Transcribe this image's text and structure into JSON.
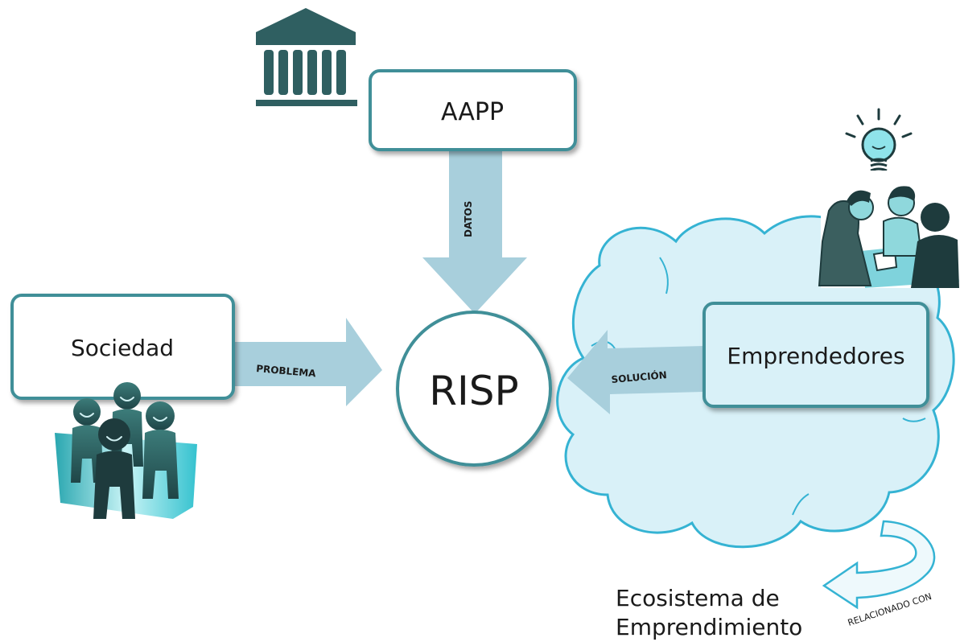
{
  "nodes": {
    "aapp": "AAPP",
    "sociedad": "Sociedad",
    "risp": "RISP",
    "emprendedores": "Emprendedores",
    "ecosistema_line1": "Ecosistema de",
    "ecosistema_line2": "Emprendimiento"
  },
  "edges": {
    "datos": "DATOS",
    "problema": "PROBLEMA",
    "solucion": "SOLUCIÓN",
    "relacionado": "RELACIONADO CON"
  },
  "icons": [
    "institution-icon",
    "people-group-icon",
    "lightbulb-icon",
    "team-meeting-icon",
    "cloud-shape"
  ],
  "colors": {
    "box_border": "#3f8f98",
    "arrow_fill": "#a8cfdc",
    "cloud_fill": "#d9f1f8",
    "cloud_stroke": "#35b3d3",
    "dark_teal": "#2f5f61",
    "bulb": "#8fe3ea"
  }
}
